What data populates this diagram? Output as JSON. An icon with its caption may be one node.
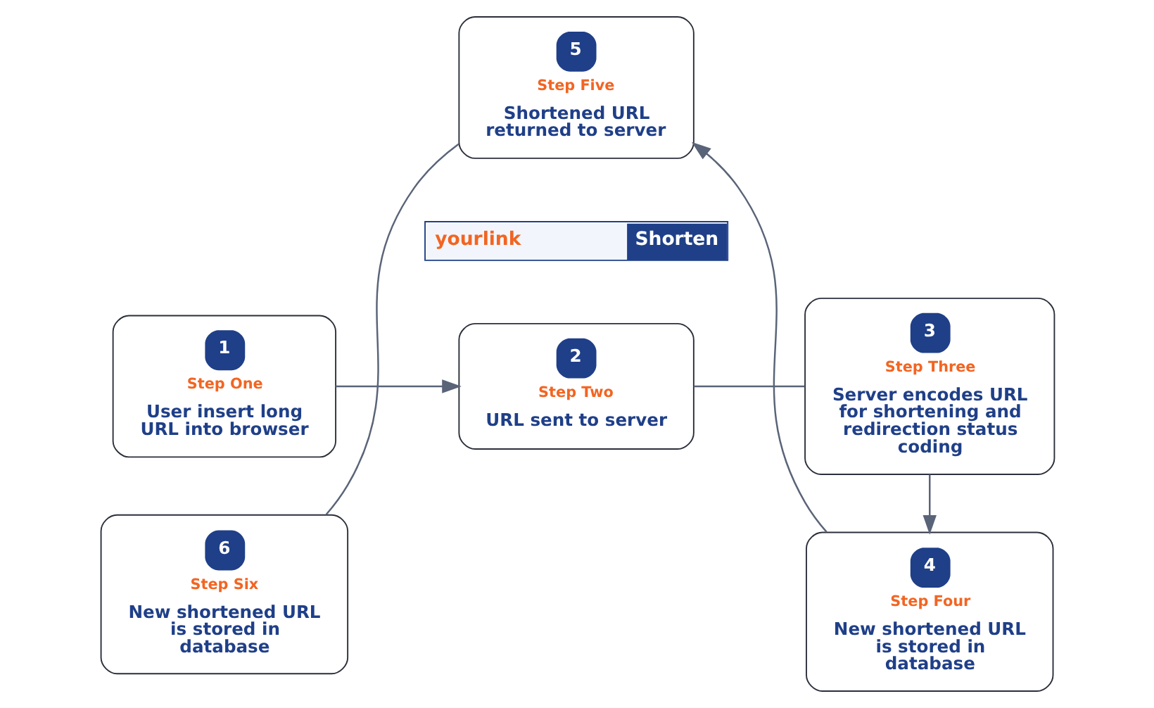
{
  "diagram": {
    "nodes": [
      {
        "text": [
          "1",
          "Step One",
          "User insert long URL into browser"
        ]
      },
      {
        "text": [
          "2",
          "Step Two",
          "URL sent to server"
        ]
      },
      {
        "text": [
          "3",
          "Step Three",
          "Server encodes URL for shortening and redirection status coding"
        ]
      },
      {
        "text": [
          "4",
          "Step Four",
          "New shortened URL is stored in database"
        ]
      },
      {
        "text": [
          "5",
          "Step Five",
          "Shortened URL returned to server"
        ]
      },
      {
        "text": [
          "6",
          "Step Six",
          "New shortened URL is stored in database"
        ]
      }
    ],
    "edges": [
      {
        "from": 0,
        "to": 1,
        "arrow": "to"
      },
      {
        "from": 1,
        "to": 2,
        "arrow": "none"
      },
      {
        "from": 2,
        "to": 3,
        "arrow": "to"
      },
      {
        "from": 3,
        "to": 4,
        "arrow": "to"
      },
      {
        "from": 4,
        "to": 5,
        "arrow": "none"
      }
    ],
    "labels": [
      "yourlink",
      "Shorten"
    ]
  }
}
